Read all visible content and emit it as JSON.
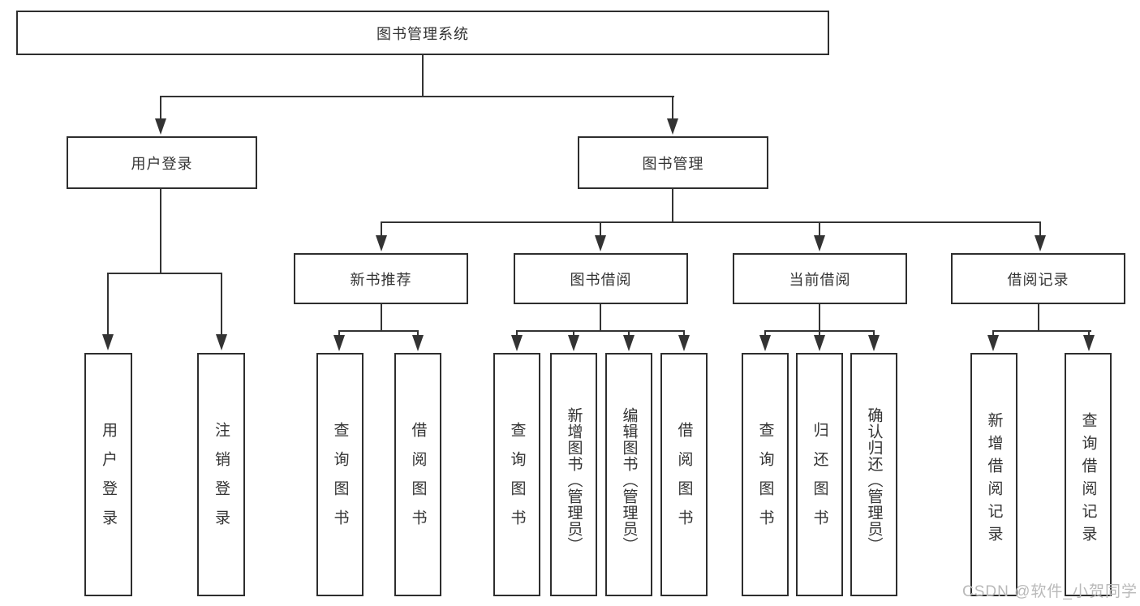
{
  "diagram": {
    "title": "图书管理系统",
    "level2": {
      "user_login": "用户登录",
      "book_management": "图书管理"
    },
    "level3": {
      "new_book_recommend": "新书推荐",
      "book_borrow": "图书借阅",
      "current_borrow": "当前借阅",
      "borrow_records": "借阅记录"
    },
    "leaves": {
      "user_login": [
        "用户登录",
        "注销登录"
      ],
      "new_book_recommend": [
        "查询图书",
        "借阅图书"
      ],
      "book_borrow": [
        "查询图书",
        "新增图书（管理员）",
        "编辑图书（管理员）",
        "借阅图书"
      ],
      "current_borrow": [
        "查询图书",
        "归还图书",
        "确认归还（管理员）"
      ],
      "borrow_records": [
        "新增借阅记录",
        "查询借阅记录"
      ]
    }
  },
  "watermark": "CSDN @软件_小贺同学",
  "colors": {
    "line": "#333333",
    "box_border": "#2e2e2e",
    "background": "#ffffff",
    "watermark_text": "#b9b9b9"
  }
}
